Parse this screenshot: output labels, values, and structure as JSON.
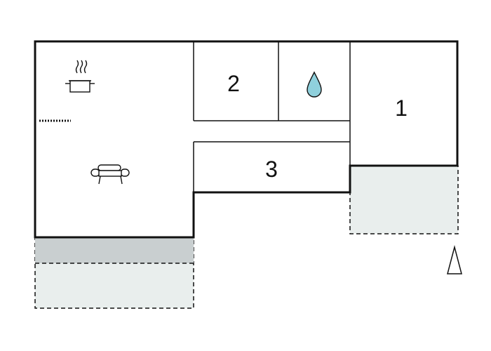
{
  "floor_plan": {
    "rooms": {
      "room_1": {
        "label": "1"
      },
      "room_2": {
        "label": "2"
      },
      "room_3": {
        "label": "3"
      }
    },
    "icons": {
      "kitchen": "cooking-pot-icon",
      "living": "sofa-icon",
      "bathroom": "water-drop-icon",
      "compass": "north-arrow-icon"
    },
    "colors": {
      "wall": "#111111",
      "terrace": "#e9eeed",
      "covered_terrace": "#c9cfd0",
      "water": "#8fd0dc"
    }
  }
}
